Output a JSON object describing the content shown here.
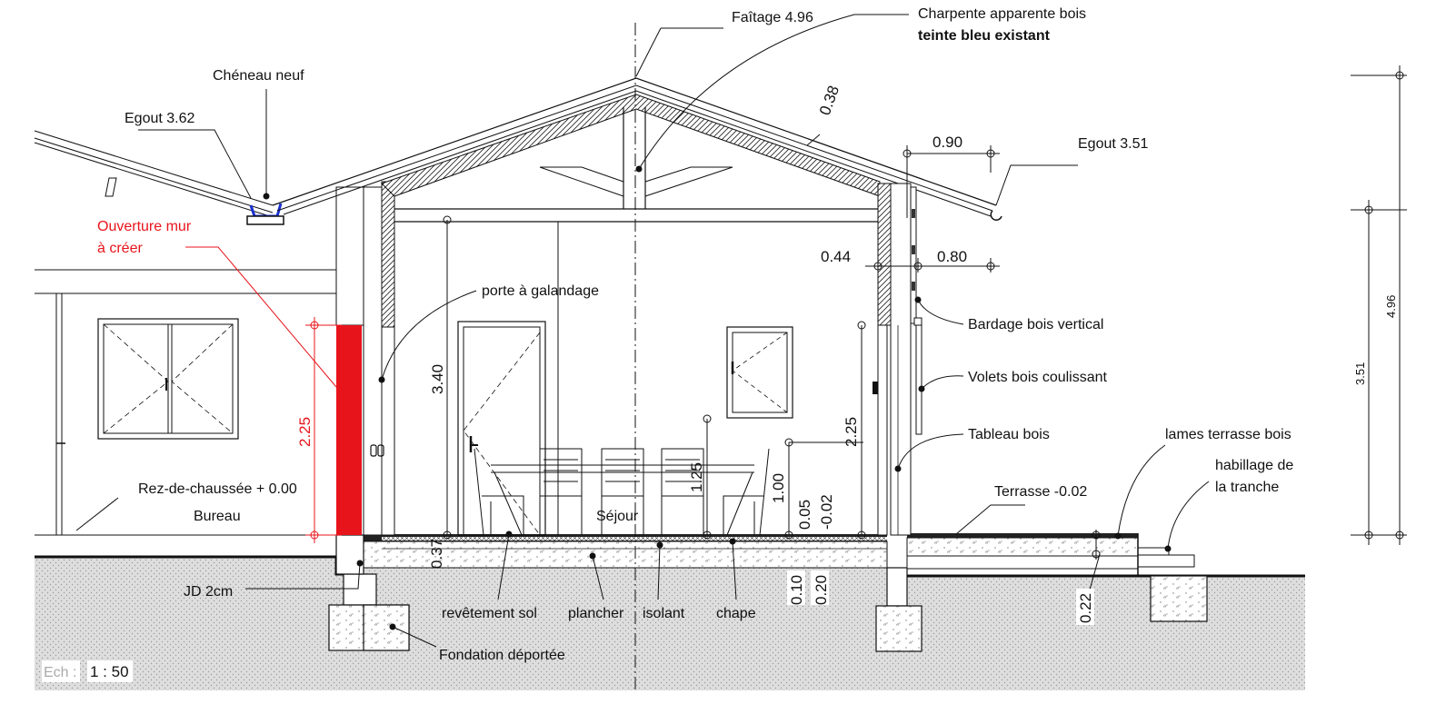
{
  "labels": {
    "faitage": "Faîtage 4.96",
    "charpente_1": "Charpente apparente bois",
    "charpente_2": "teinte bleu existant",
    "cheneau": "Chéneau neuf",
    "egout_left": "Egout 3.62",
    "egout_right": "Egout 3.51",
    "ouverture_1": "Ouverture mur",
    "ouverture_2": "à créer",
    "porte_galandage": "porte à galandage",
    "bardage": "Bardage bois vertical",
    "volets": "Volets bois coulissant",
    "tableau": "Tableau bois",
    "lames_terrasse": "lames terrasse bois",
    "habillage_1": "habillage de",
    "habillage_2": "la tranche",
    "terrasse": "Terrasse -0.02",
    "rdc": "Rez-de-chaussée + 0.00",
    "bureau": "Bureau",
    "sejour": "Séjour",
    "jd": "JD 2cm",
    "revetement": "revêtement sol",
    "plancher": "plancher",
    "isolant": "isolant",
    "chape": "chape",
    "fondation": "Fondation déportée"
  },
  "dimensions": {
    "d038": "0.38",
    "d090": "0.90",
    "d044": "0.44",
    "d080": "0.80",
    "d340": "3.40",
    "d225_red": "2.25",
    "d225_right": "2.25",
    "d125": "1.25",
    "d100": "1.00",
    "d005": "0.05",
    "d002": "-0.02",
    "d037": "0.37",
    "d010": "0.10",
    "d020": "0.20",
    "d022": "0.22",
    "d351": "3.51",
    "d496": "4.96"
  },
  "scale": {
    "label": "Ech :",
    "value": "1 : 50"
  },
  "colors": {
    "ink": "#111111",
    "accent_red": "#e8141b",
    "cheneau_blue": "#1a2fd0",
    "ground": "#dddddd"
  }
}
